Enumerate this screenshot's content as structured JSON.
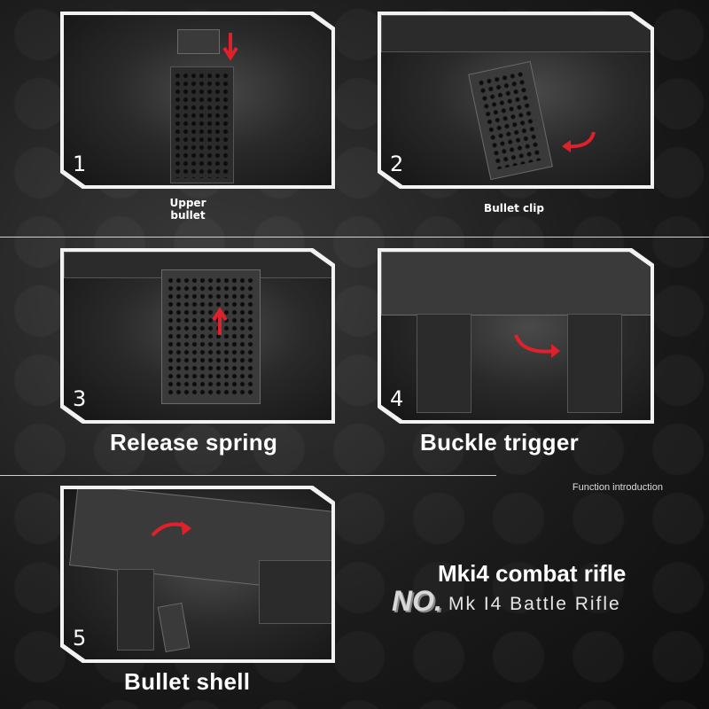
{
  "steps": [
    {
      "number": "1",
      "caption": "Upper\nbullet"
    },
    {
      "number": "2",
      "caption": "Bullet clip"
    },
    {
      "number": "3",
      "caption": "Release spring"
    },
    {
      "number": "4",
      "caption": "Buckle trigger"
    },
    {
      "number": "5",
      "caption": "Bullet shell"
    }
  ],
  "function_intro": "Function introduction",
  "product": {
    "title": "Mki4 combat rifle",
    "no_mark": "NO.",
    "subtitle": "Mk I4 Battle Rifle"
  },
  "colors": {
    "accent": "#e0202a",
    "panel_border": "#f2f2f2"
  }
}
